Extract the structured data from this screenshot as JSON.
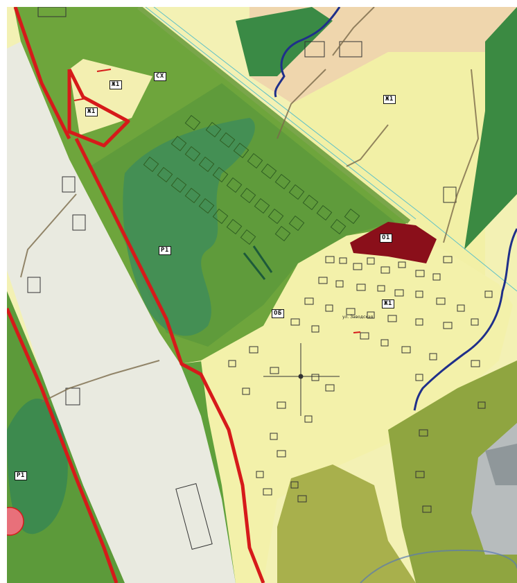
{
  "map": {
    "zone_labels": [
      {
        "id": "cx-1",
        "text": "СХ"
      },
      {
        "id": "zh1-top",
        "text": "Ж1"
      },
      {
        "id": "zh1-tri-a",
        "text": "Ж1"
      },
      {
        "id": "zh1-tri-b",
        "text": "Ж1"
      },
      {
        "id": "r1-center",
        "text": "Р1"
      },
      {
        "id": "r1-bottom-left",
        "text": "Р1"
      },
      {
        "id": "zh1-village",
        "text": "Ж1"
      },
      {
        "id": "ob-1",
        "text": "ОБ"
      },
      {
        "id": "o1-1",
        "text": "О1"
      }
    ],
    "road_label": "ул. Заводская",
    "colors": {
      "residential_zone": "#f2f0a6",
      "agricultural_zone": "#6fa83a",
      "recreation_zone": "#3d8a4e",
      "forest_strip": "#2f7a3a",
      "public_zone": "#8a0f1a",
      "boundary": "#d61a1a",
      "water": "#1f2f8a",
      "transport_corridor": "#e8e9df"
    },
    "icons": [
      "map-boundary-line",
      "river-line",
      "building-outline"
    ]
  }
}
